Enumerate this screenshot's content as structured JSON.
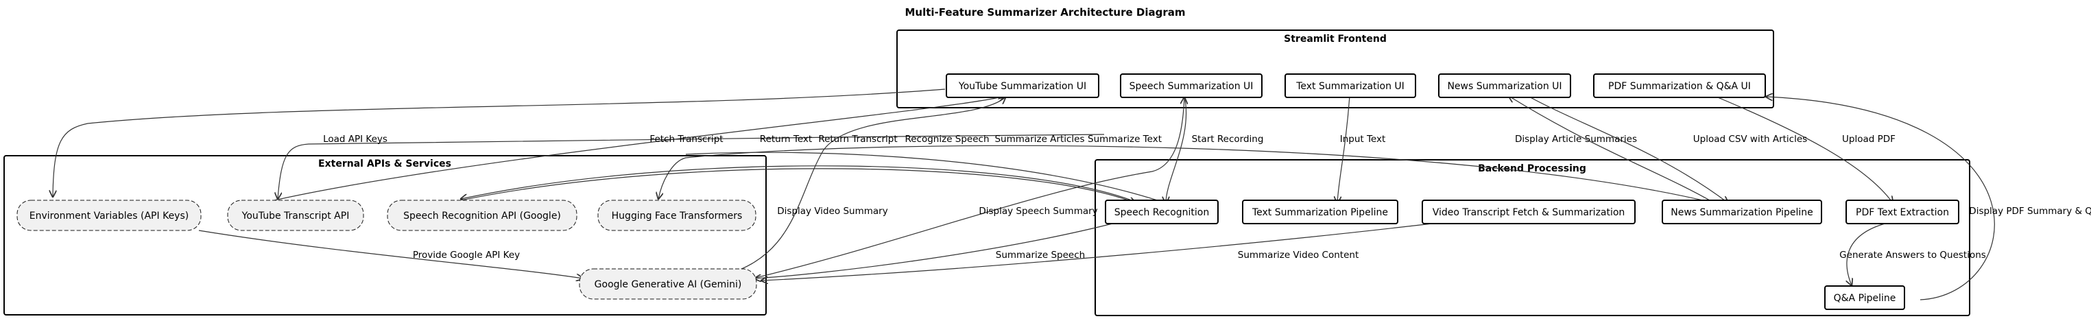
{
  "diagram": {
    "title": "Multi-Feature Summarizer Architecture Diagram",
    "groups": {
      "frontend": "Streamlit Frontend",
      "external": "External APIs & Services",
      "backend": "Backend Processing"
    },
    "nodes": {
      "youtube_ui": "YouTube Summarization UI",
      "speech_ui": "Speech Summarization UI",
      "text_ui": "Text Summarization UI",
      "news_ui": "News Summarization UI",
      "pdf_ui": "PDF Summarization & Q&A UI",
      "env_vars": "Environment Variables (API Keys)",
      "yt_api": "YouTube Transcript API",
      "sr_api": "Speech Recognition API (Google)",
      "hf": "Hugging Face Transformers",
      "gemini": "Google Generative AI (Gemini)",
      "speech_rec": "Speech Recognition",
      "text_pipe": "Text Summarization Pipeline",
      "video_pipe": "Video Transcript Fetch & Summarization",
      "news_pipe": "News Summarization Pipeline",
      "pdf_extract": "PDF Text Extraction",
      "qa_pipe": "Q&A Pipeline"
    },
    "edges": {
      "load_api_keys": "Load API Keys",
      "fetch_transcript": "Fetch Transcript",
      "return_text": "Return Text",
      "return_transcript": "Return Transcript",
      "recognize_speech": "Recognize Speech",
      "summarize_articles": "Summarize Articles",
      "summarize_text": "Summarize Text",
      "start_recording": "Start Recording",
      "input_text": "Input Text",
      "display_article_summaries": "Display Article Summaries",
      "upload_csv": "Upload CSV with Articles",
      "upload_pdf": "Upload PDF",
      "display_video_summary": "Display Video Summary",
      "display_speech_summary": "Display Speech Summary",
      "display_pdf_summary": "Display PDF Summary & Q&A",
      "provide_google_key": "Provide Google API Key",
      "summarize_speech": "Summarize Speech",
      "summarize_video": "Summarize Video Content",
      "generate_answers": "Generate Answers to Questions"
    }
  }
}
